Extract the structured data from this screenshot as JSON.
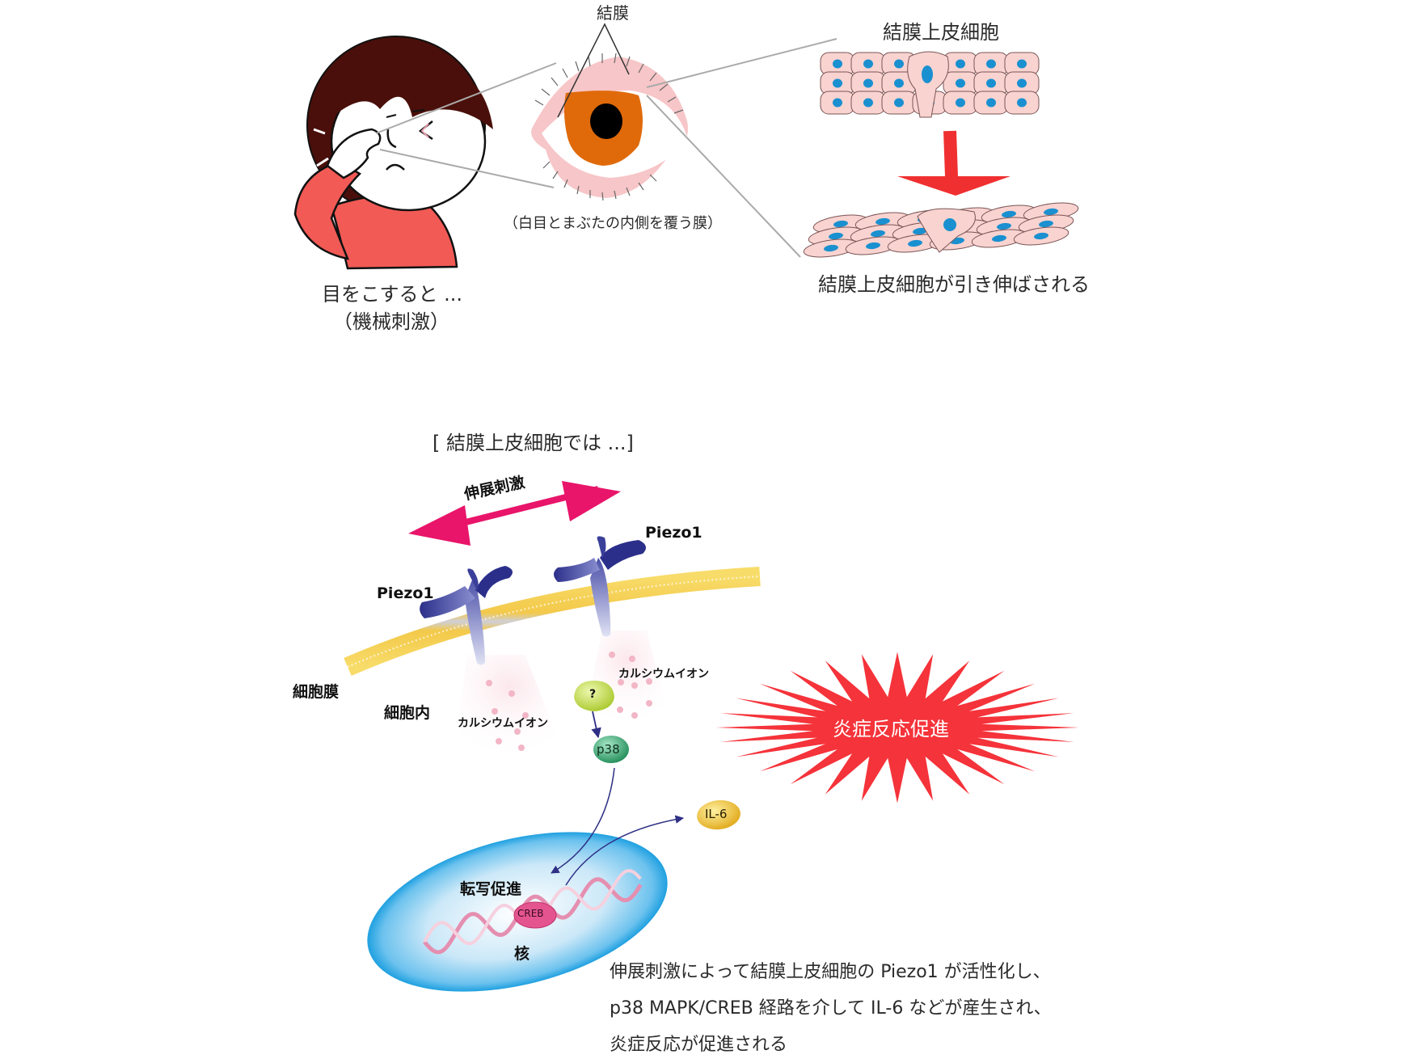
{
  "top": {
    "child_caption_line1": "目をこすると ...",
    "child_caption_line2": "（機械刺激）",
    "conjunctiva_label": "結膜",
    "conjunctiva_desc": "（白目とまぶたの内側を覆う膜）",
    "epithelial_title": "結膜上皮細胞",
    "stretched_caption": "結膜上皮細胞が引き伸ばされる"
  },
  "bottom": {
    "section_title": "[ 結膜上皮細胞では ...]",
    "stretch_label": "伸展刺激",
    "piezo1_right": "Piezo1",
    "piezo1_left": "Piezo1",
    "cell_membrane": "細胞膜",
    "intracellular": "細胞内",
    "calcium_left": "カルシウムイオン",
    "calcium_right": "カルシウムイオン",
    "unknown_node": "?",
    "p38_node": "p38",
    "il6_node": "IL-6",
    "transcription": "転写促進",
    "creb": "CREB",
    "nucleus": "核",
    "inflammation": "炎症反応促進",
    "summary_lines": [
      "伸展刺激によって結膜上皮細胞の Piezo1 が活性化し、",
      "p38 MAPK/CREB 経路を介して IL-6 などが産生され、",
      "炎症反応が促進される"
    ]
  },
  "colors": {
    "hair": "#4a0f0a",
    "shirt": "#f25a55",
    "iris": "#e06a0a",
    "conjunctiva_pink": "#f7c6c8",
    "cell_fill": "#f8d3d0",
    "nucleus_blue": "#1a90d0",
    "arrow_red": "#f03030",
    "stretch_arrow": "#e8156a",
    "piezo": "#2b2f8a",
    "membrane": "#f3c94a",
    "node_unknown": "#c5e04a",
    "node_p38": "#2ea36b",
    "node_il6": "#f0c030",
    "nucleus_cell": "#5ab8ea",
    "burst": "#f5333a"
  }
}
